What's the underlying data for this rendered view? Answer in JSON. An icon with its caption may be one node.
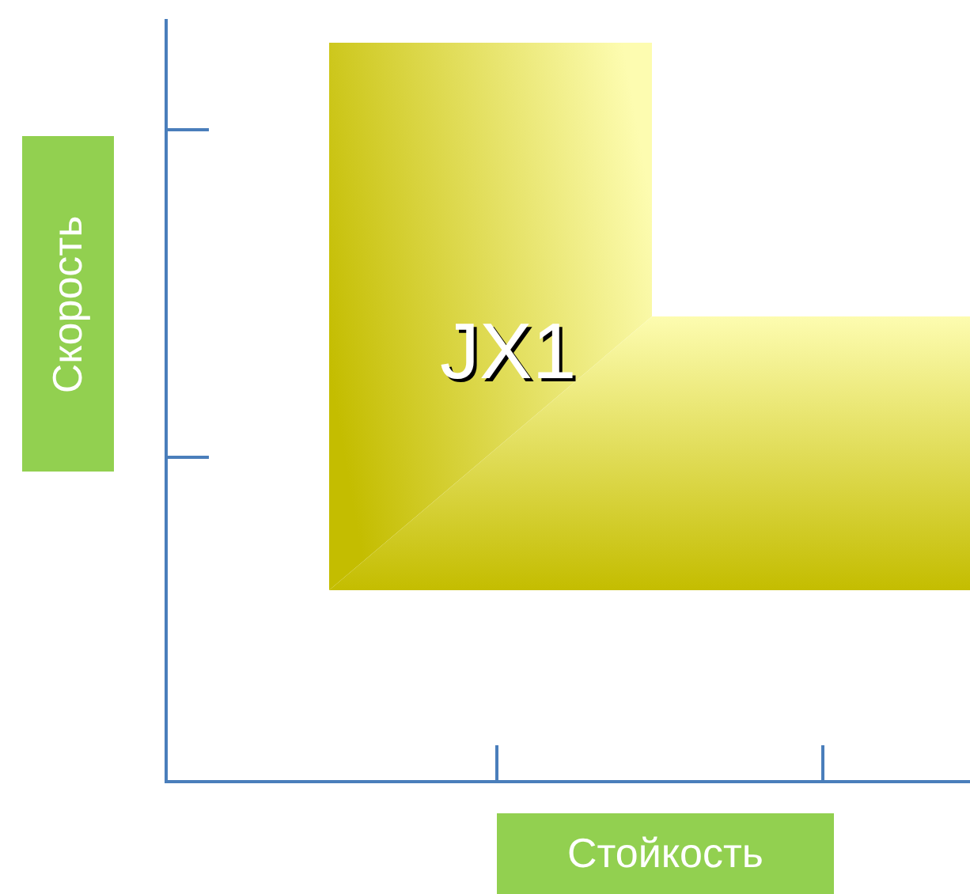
{
  "diagram": {
    "nodes": [
      {
        "text": [
          "Скорость"
        ]
      },
      {
        "text": [
          "Стойкость"
        ]
      },
      {
        "text": [
          "JX1"
        ]
      }
    ]
  }
}
